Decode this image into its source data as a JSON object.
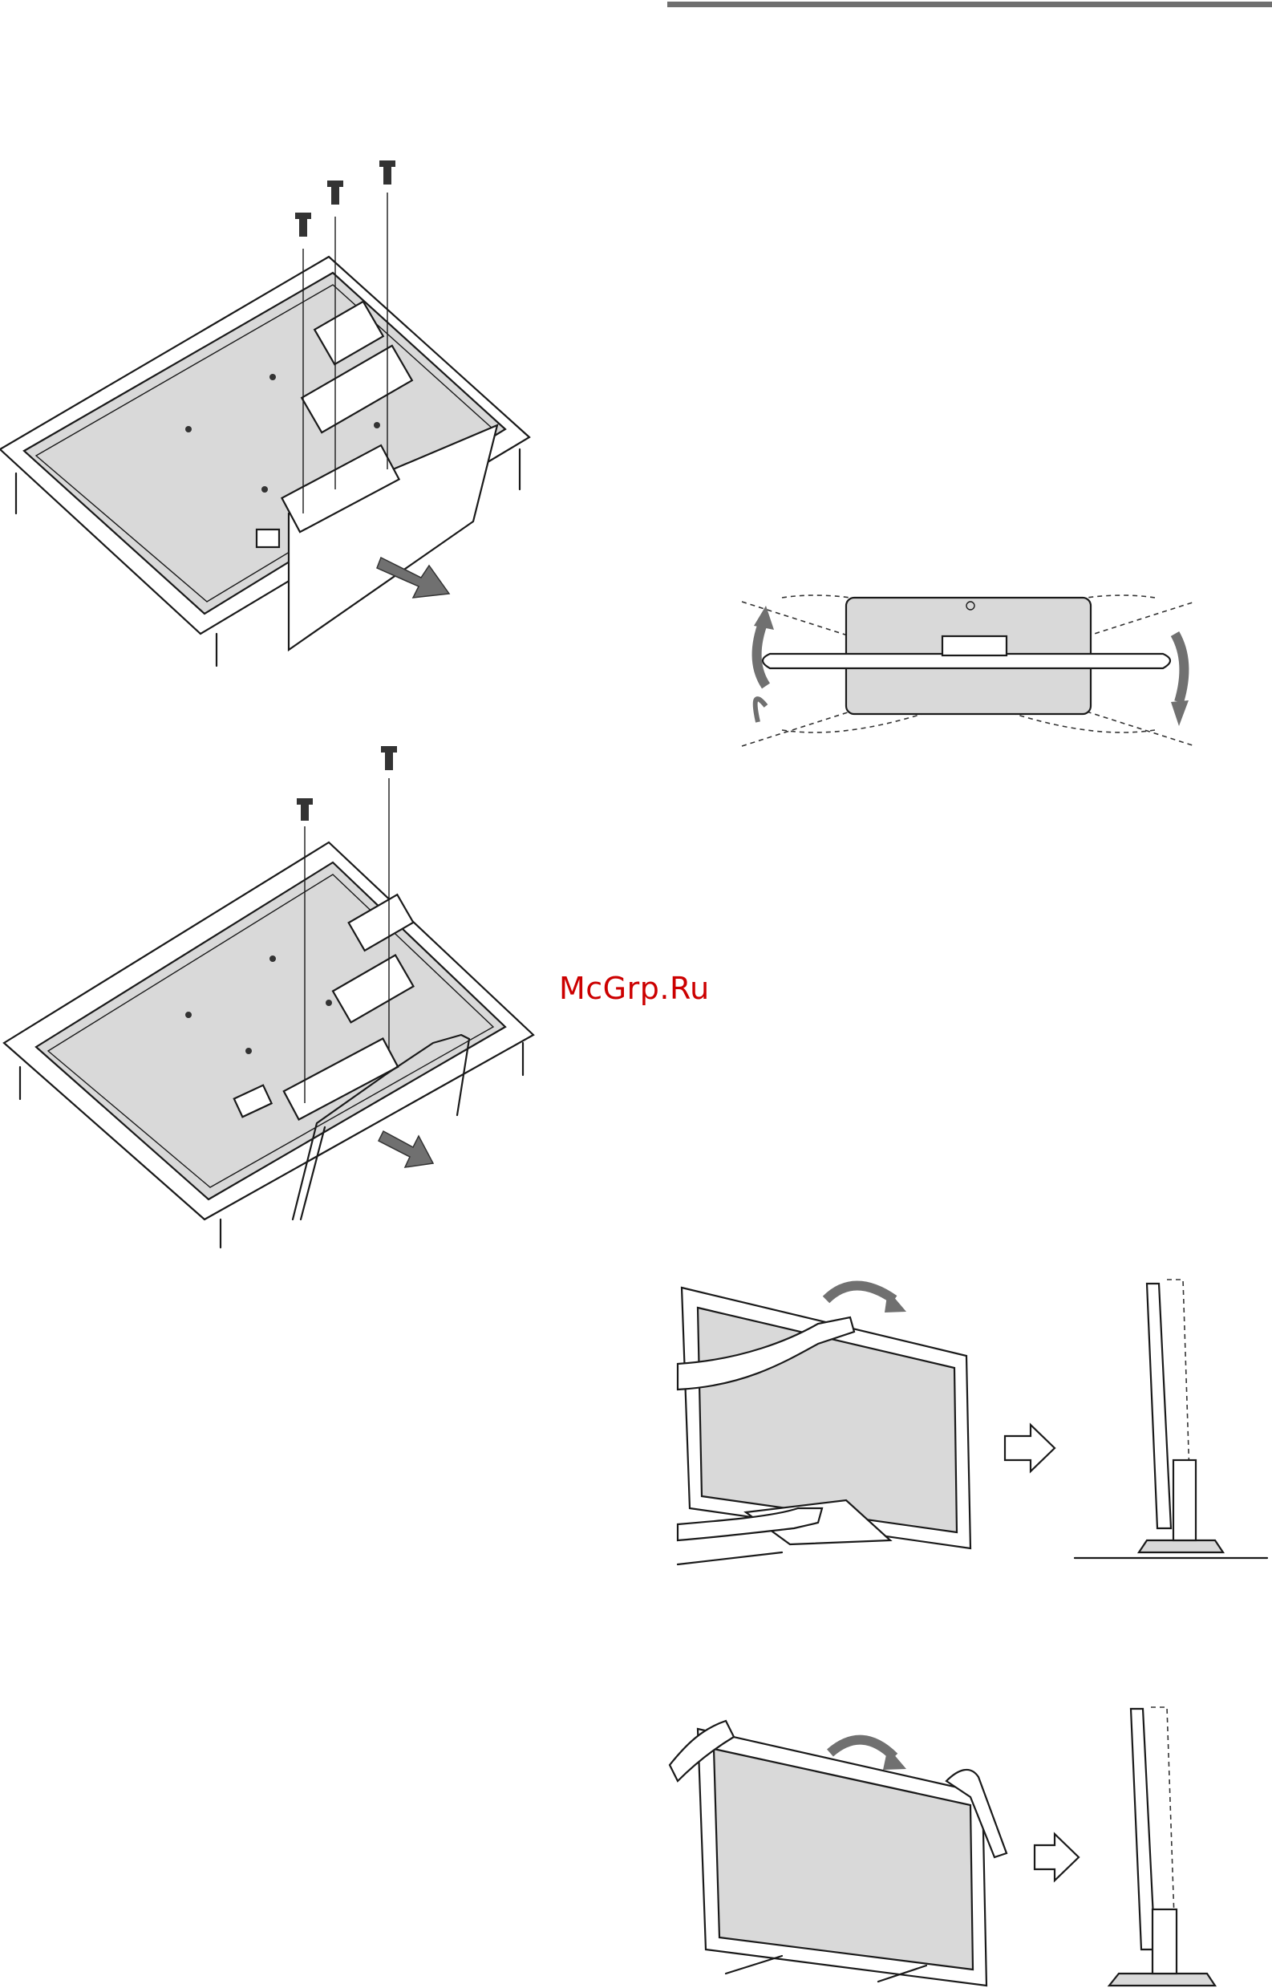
{
  "watermark": {
    "text": "McGrp.Ru",
    "color": "#cc0000"
  },
  "colors": {
    "rule": "#6f6f6f",
    "panel_fill": "#d9d9d9",
    "line": "#1a1a1a",
    "arrow": "#707070"
  },
  "figures": [
    {
      "id": "remove-stand-3-screws",
      "icon": "tv-back-stand-removal"
    },
    {
      "id": "remove-stand-2-screws",
      "icon": "tv-back-wire-stand-removal"
    },
    {
      "id": "swivel-range",
      "icon": "tv-top-view-swivel"
    },
    {
      "id": "tilt-one-hand",
      "icon": "tv-tilt-hand"
    },
    {
      "id": "tilt-two-hands",
      "icon": "tv-tilt-two-hands"
    }
  ]
}
